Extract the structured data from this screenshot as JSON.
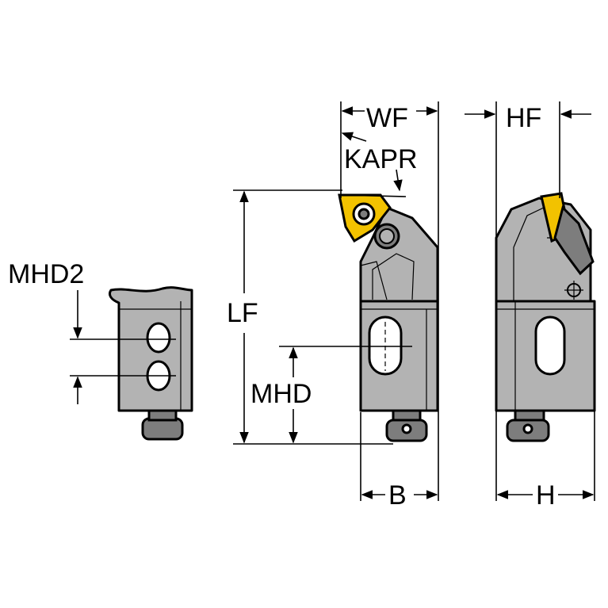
{
  "labels": {
    "wf": "WF",
    "hf": "HF",
    "kapr": "KAPR",
    "mhd2": "MHD2",
    "lf": "LF",
    "mhd": "MHD",
    "b": "B",
    "h": "H"
  },
  "colors": {
    "body": "#b3b3b3",
    "dark": "#7d7d7d",
    "insert": "#f2c200",
    "lines": "#000000"
  }
}
